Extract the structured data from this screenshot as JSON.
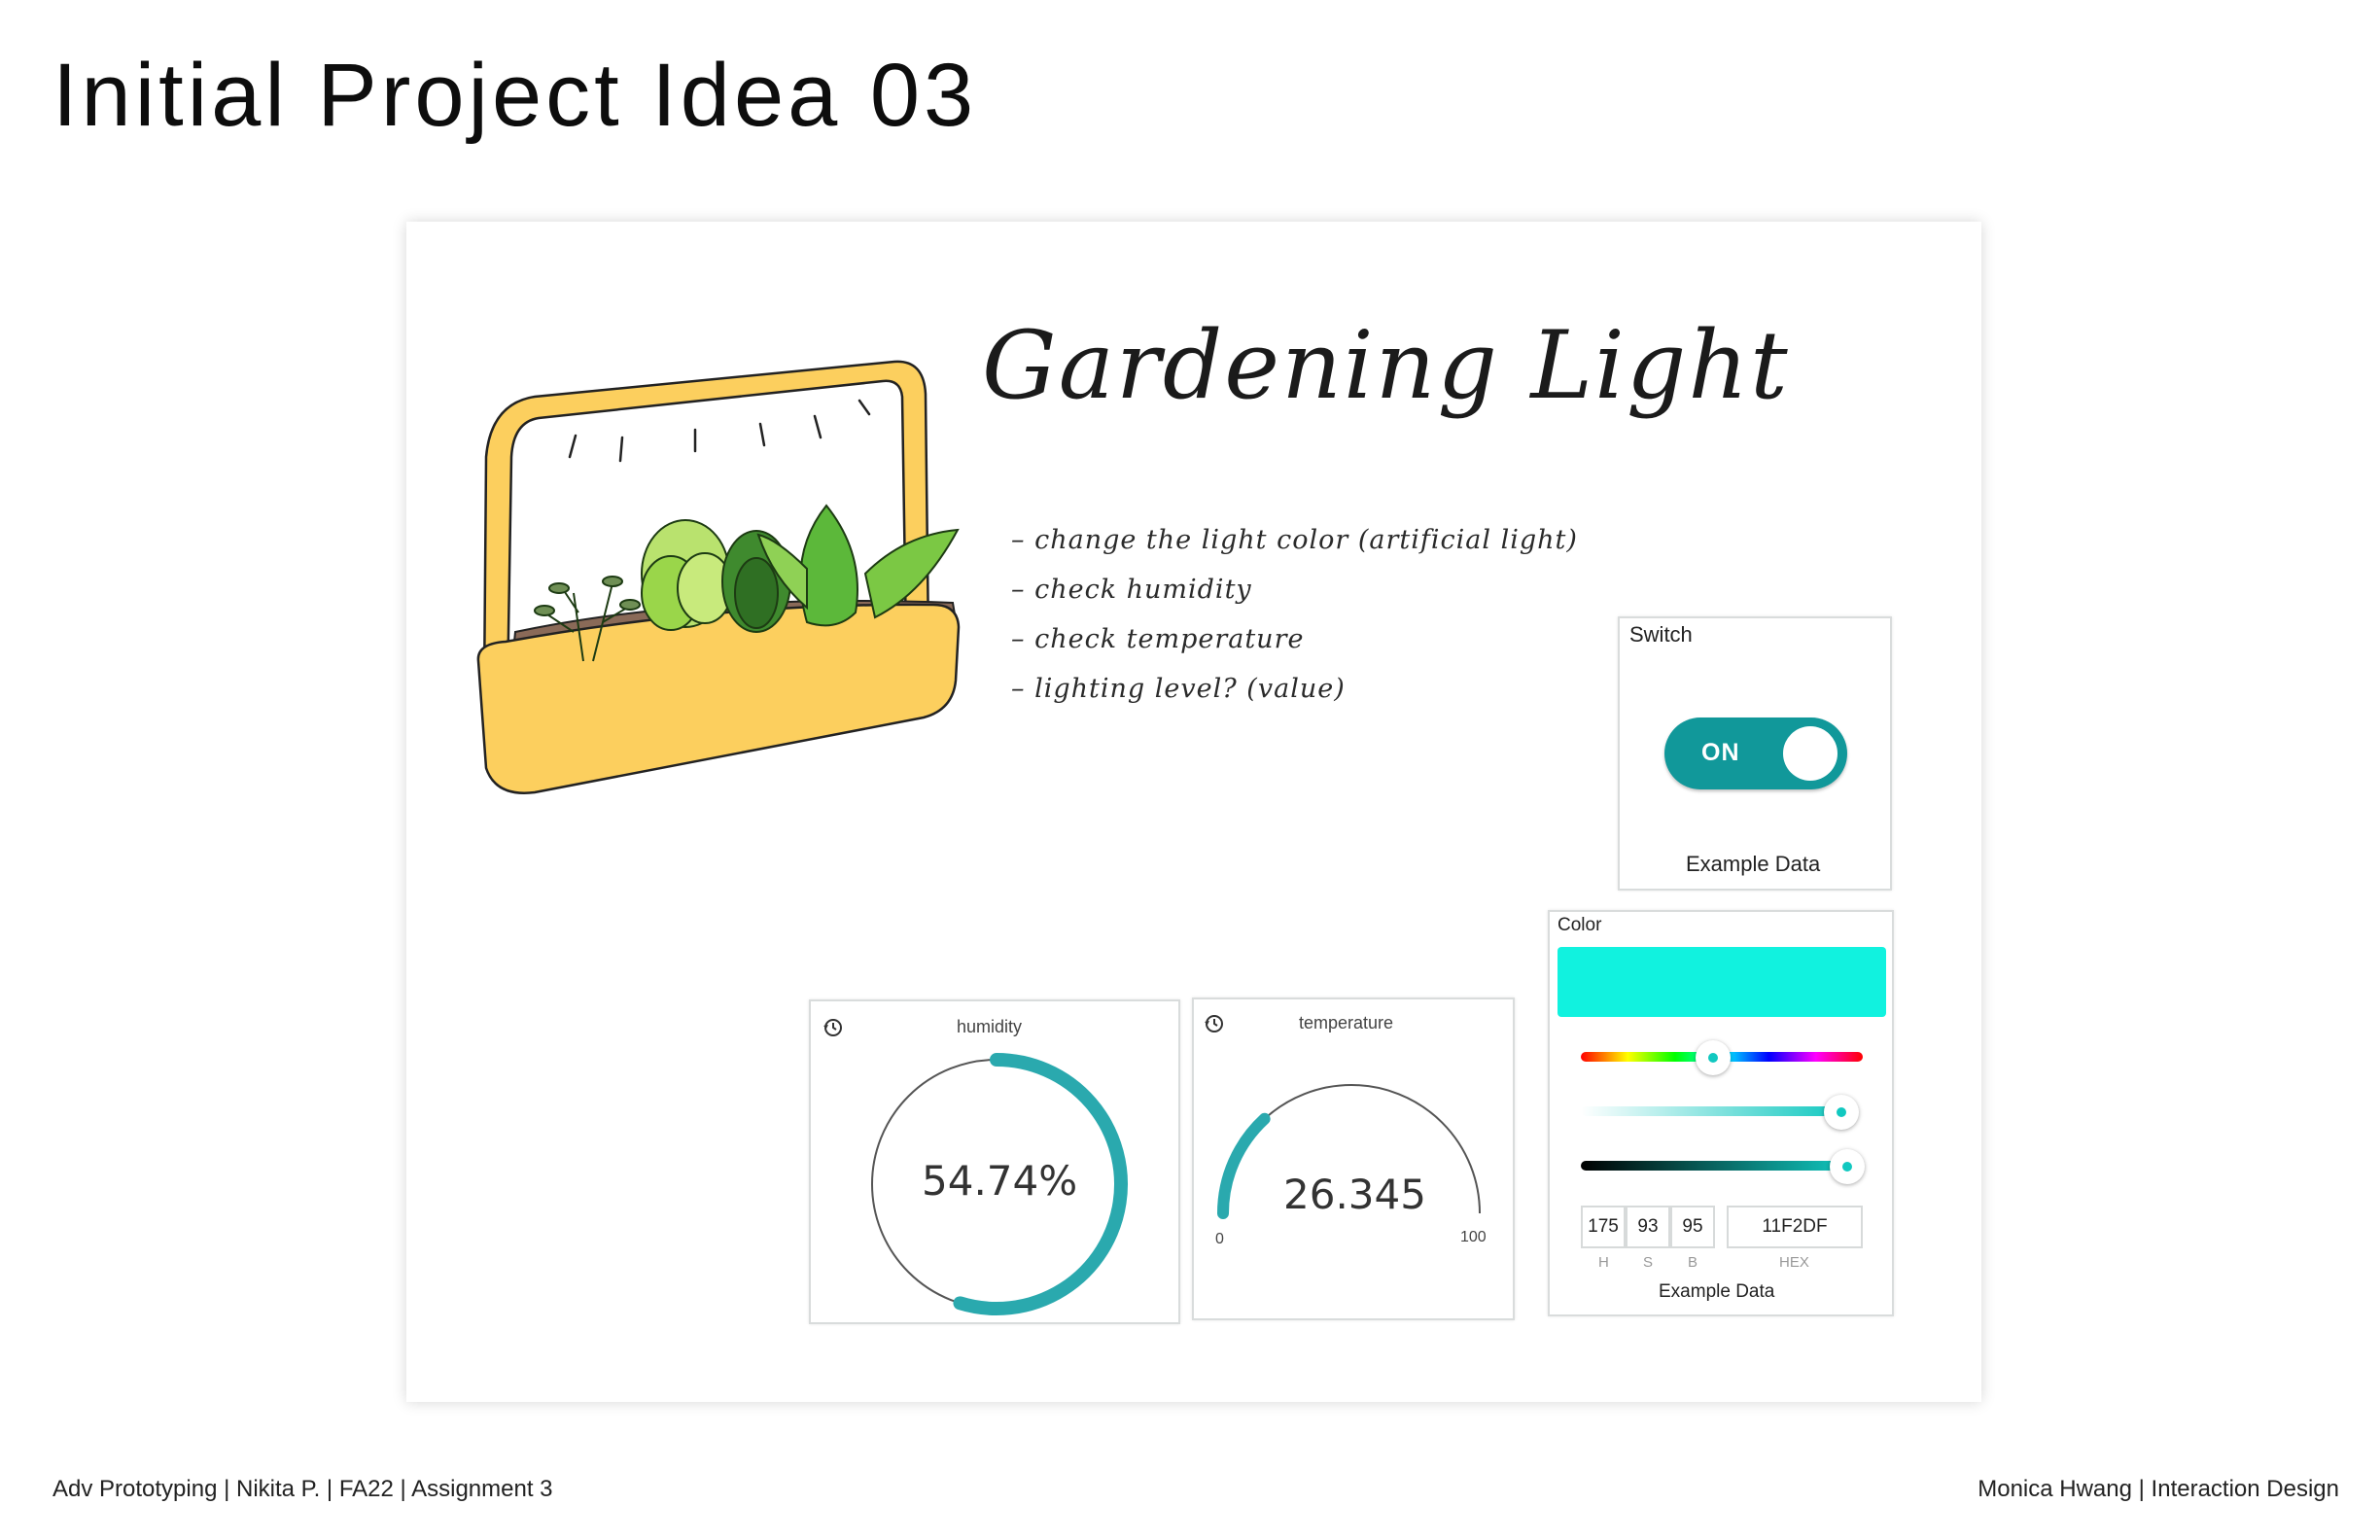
{
  "page": {
    "title": "Initial Project Idea 03"
  },
  "sketch": {
    "title": "Gardening Light",
    "notes": [
      "– change the light color (artificial light)",
      "– check humidity",
      "– check temperature",
      "– lighting level? (value)"
    ]
  },
  "switch_widget": {
    "label": "Switch",
    "state": "ON",
    "caption": "Example Data",
    "accent": "#11989a"
  },
  "humidity_widget": {
    "title": "humidity",
    "value": "54.74%",
    "percent": 54.74,
    "icon": "history-icon"
  },
  "temperature_widget": {
    "title": "temperature",
    "value": "26.345",
    "min": "0",
    "max": "100",
    "icon": "history-icon"
  },
  "color_widget": {
    "label": "Color",
    "swatch": "#11F2DF",
    "h": "175",
    "s": "93",
    "b": "95",
    "hex": "11F2DF",
    "h_label": "H",
    "s_label": "S",
    "b_label": "B",
    "hex_label": "HEX",
    "caption": "Example Data"
  },
  "footer": {
    "left": "Adv Prototyping | Nikita P. | FA22 | Assignment 3",
    "right": "Monica Hwang |  Interaction Design"
  },
  "colors": {
    "teal": "#2aa9ae",
    "planter": "#fccf5e",
    "soil": "#8a6a58"
  }
}
